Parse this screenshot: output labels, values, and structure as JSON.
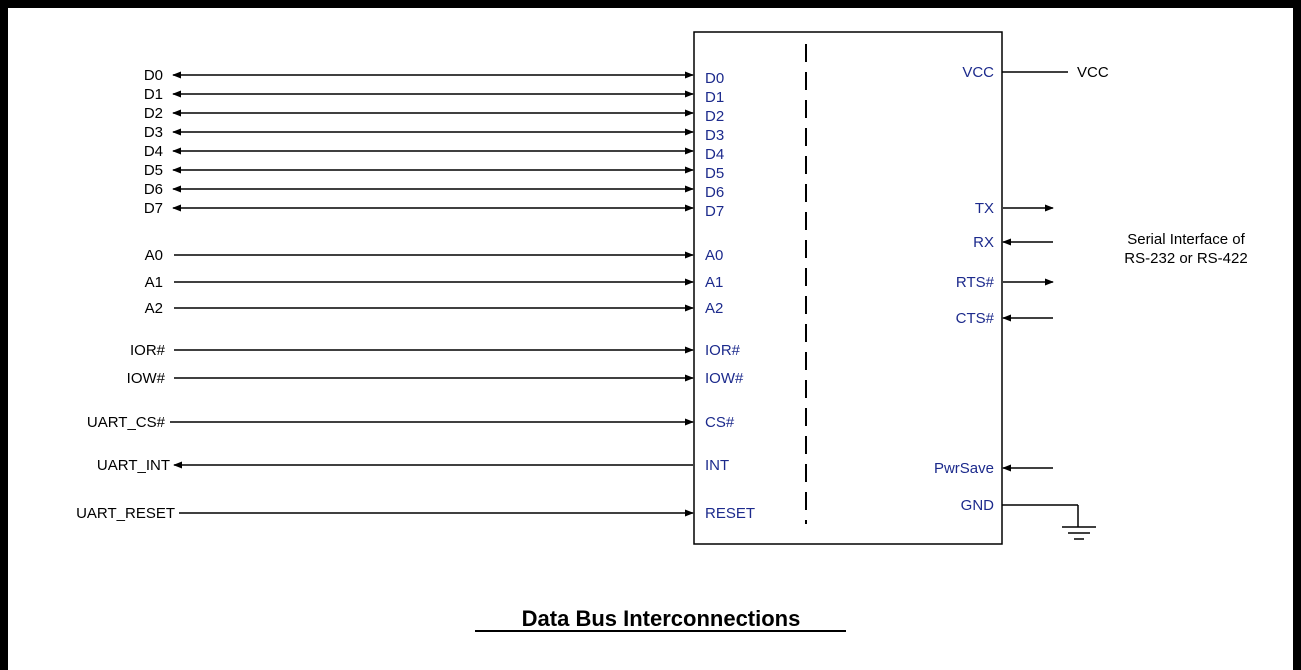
{
  "diagram": {
    "title": "Data Bus Interconnections",
    "chip": {
      "left_pins": [
        {
          "label": "D0",
          "signal": "D0",
          "dir": "both"
        },
        {
          "label": "D1",
          "signal": "D1",
          "dir": "both"
        },
        {
          "label": "D2",
          "signal": "D2",
          "dir": "both"
        },
        {
          "label": "D3",
          "signal": "D3",
          "dir": "both"
        },
        {
          "label": "D4",
          "signal": "D4",
          "dir": "both"
        },
        {
          "label": "D5",
          "signal": "D5",
          "dir": "both"
        },
        {
          "label": "D6",
          "signal": "D6",
          "dir": "both"
        },
        {
          "label": "D7",
          "signal": "D7",
          "dir": "both"
        },
        {
          "label": "A0",
          "signal": "A0",
          "dir": "in"
        },
        {
          "label": "A1",
          "signal": "A1",
          "dir": "in"
        },
        {
          "label": "A2",
          "signal": "A2",
          "dir": "in"
        },
        {
          "label": "IOR#",
          "signal": "IOR#",
          "dir": "in"
        },
        {
          "label": "IOW#",
          "signal": "IOW#",
          "dir": "in"
        },
        {
          "label": "CS#",
          "signal": "UART_CS#",
          "dir": "in",
          "signal_color": "#1c2a8c"
        },
        {
          "label": "INT",
          "signal": "UART_INT",
          "dir": "out"
        },
        {
          "label": "RESET",
          "signal": "UART_RESET",
          "dir": "in"
        }
      ],
      "right_pins": [
        {
          "label": "VCC",
          "signal": "VCC",
          "kind": "power"
        },
        {
          "label": "TX",
          "dir": "out"
        },
        {
          "label": "RX",
          "dir": "in"
        },
        {
          "label": "RTS#",
          "dir": "out"
        },
        {
          "label": "CTS#",
          "dir": "in"
        },
        {
          "label": "PwrSave",
          "dir": "in"
        },
        {
          "label": "GND",
          "kind": "ground"
        }
      ]
    },
    "serial_note": [
      "Serial Interface of",
      "RS-232 or RS-422"
    ],
    "colors": {
      "pin_label": "#1c2a8c",
      "line": "#000000"
    }
  }
}
